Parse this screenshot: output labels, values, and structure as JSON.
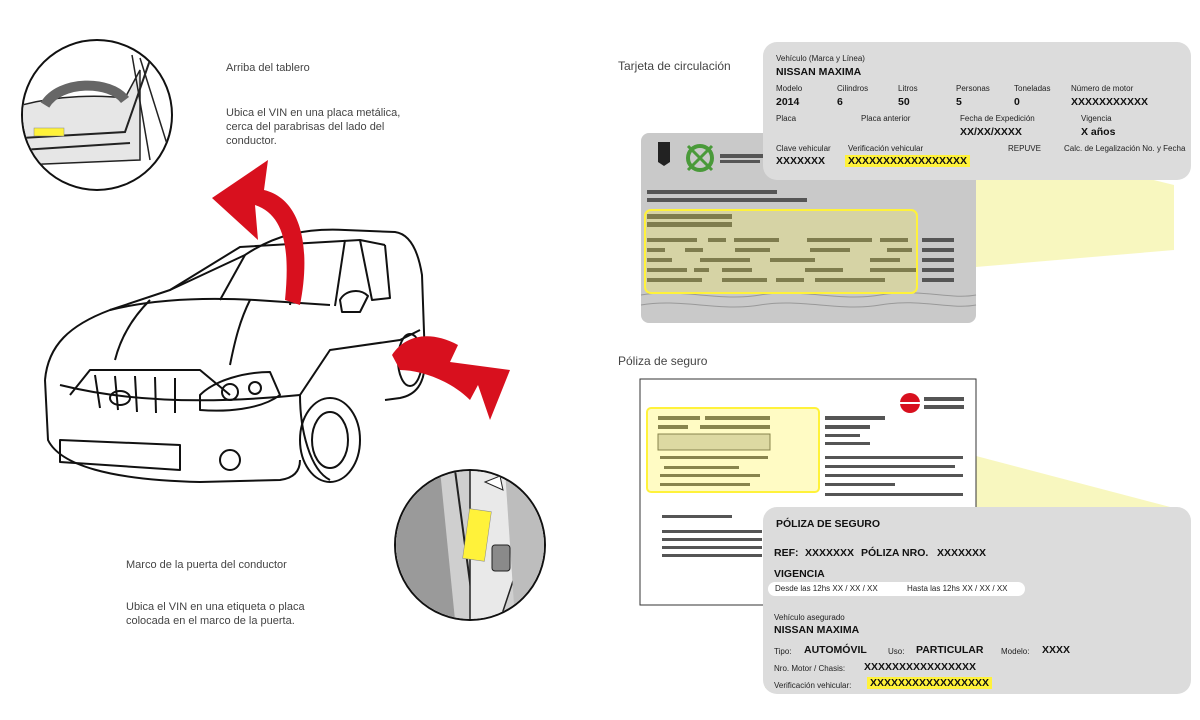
{
  "dashboard": {
    "title": "Arriba del tablero",
    "description": "Ubica el VIN en una placa metálica, cerca del parabrisas del lado del conductor."
  },
  "door": {
    "title": "Marco de la puerta del conductor",
    "description": "Ubica el VIN en una etiqueta o placa colocada en el marco de la puerta."
  },
  "registration": {
    "section_title": "Tarjeta de circulación",
    "vehicle_label": "Vehículo (Marca y Línea)",
    "vehicle_value": "NISSAN MAXIMA",
    "modelo_label": "Modelo",
    "modelo_value": "2014",
    "cilindros_label": "Cilindros",
    "cilindros_value": "6",
    "litros_label": "Litros",
    "litros_value": "50",
    "personas_label": "Personas",
    "personas_value": "5",
    "toneladas_label": "Toneladas",
    "toneladas_value": "0",
    "motor_label": "Número de motor",
    "motor_value": "XXXXXXXXXXX",
    "placa_label": "Placa",
    "placa_anterior_label": "Placa anterior",
    "fecha_label": "Fecha de Expedición",
    "fecha_value": "XX/XX/XXXX",
    "vigencia_label": "Vigencia",
    "vigencia_value": "X años",
    "clave_label": "Clave vehicular",
    "clave_value": "XXXXXXX",
    "verif_label": "Verificación vehicular",
    "verif_value": "XXXXXXXXXXXXXXXXX",
    "repuve_label": "REPUVE",
    "calc_label": "Calc. de Legalización No. y Fecha"
  },
  "insurance": {
    "section_title": "Póliza de seguro",
    "title": "PÓLIZA DE SEGURO",
    "ref_label": "REF:",
    "ref_value": "XXXXXXX",
    "poliza_label": "PÓLIZA NRO.",
    "poliza_value": "XXXXXXX",
    "vigencia_label": "VIGENCIA",
    "desde": "Desde las 12hs XX / XX / XX",
    "hasta": "Hasta las 12hs XX / XX / XX",
    "vehiculo_label": "Vehículo asegurado",
    "vehiculo_value": "NISSAN MAXIMA",
    "tipo_label": "Tipo:",
    "tipo_value": "AUTOMÓVIL",
    "uso_label": "Uso:",
    "uso_value": "PARTICULAR",
    "modelo_label": "Modelo:",
    "modelo_value": "XXXX",
    "motor_label": "Nro. Motor / Chasis:",
    "motor_value": "XXXXXXXXXXXXXXXX",
    "verif_label": "Verificación vehicular:",
    "verif_value": "XXXXXXXXXXXXXXXXX"
  },
  "colors": {
    "highlight": "#fff23a",
    "arrow": "#d8101e",
    "card": "#dcdcdc",
    "zoom": "#f7f6b8"
  }
}
